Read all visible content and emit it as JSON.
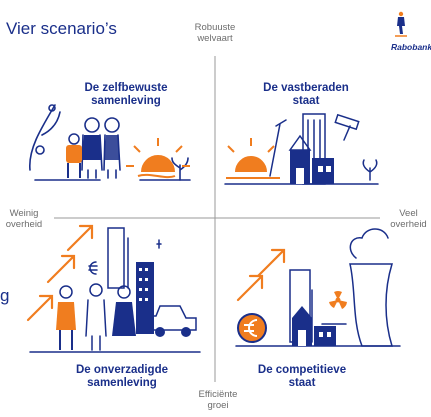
{
  "title": "Vier scenario’s",
  "axes": {
    "top": [
      "Robuuste",
      "welvaart"
    ],
    "bottom": [
      "Efficiënte",
      "groei"
    ],
    "left": [
      "Weinig",
      "overheid"
    ],
    "right": [
      "Veel",
      "overheid"
    ]
  },
  "quadrants": {
    "top_left": [
      "De zelfbewuste",
      "samenleving"
    ],
    "top_right": [
      "De vastberaden",
      "staat"
    ],
    "bottom_left": [
      "De onverzadigde",
      "samenleving"
    ],
    "bottom_right": [
      "De competitieve",
      "staat"
    ]
  },
  "logo": {
    "name": "Rabobank"
  },
  "partial_text": "g",
  "colors": {
    "navy": "#1a2f8a",
    "orange": "#f07d1f",
    "gray": "#9a9a9a"
  },
  "icons": {
    "top_left": "family-sun-icon",
    "top_right": "city-surveillance-icon",
    "bottom_left": "consumers-shopping-icon",
    "bottom_right": "industry-euro-icon"
  }
}
